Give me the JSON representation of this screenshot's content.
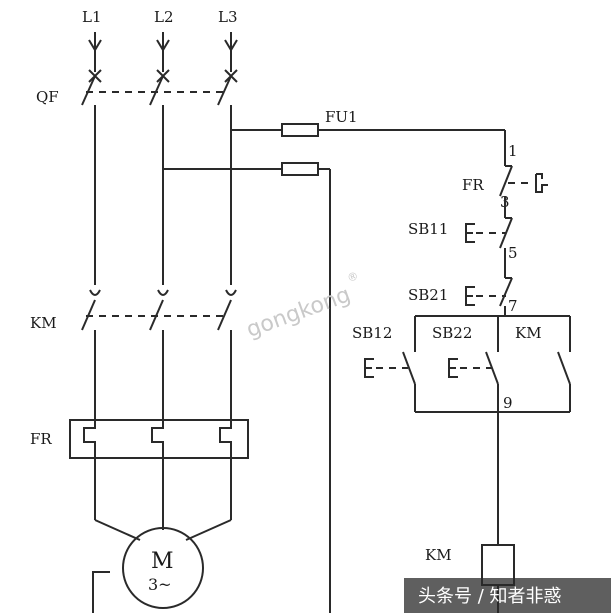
{
  "lines": {
    "l1": "L1",
    "l2": "L2",
    "l3": "L3"
  },
  "labels": {
    "qf": "QF",
    "km_main": "KM",
    "fr_main": "FR",
    "motor_m": "M",
    "motor_phase": "3~",
    "fu1": "FU1",
    "fr_ctrl": "FR",
    "sb11": "SB11",
    "sb21": "SB21",
    "sb12": "SB12",
    "sb22": "SB22",
    "km_aux": "KM",
    "km_coil": "KM"
  },
  "nodes": {
    "n1": "1",
    "n3": "3",
    "n5": "5",
    "n7": "7",
    "n9": "9"
  },
  "watermark": "gongkong",
  "watermark_mark": "®",
  "source": "头条号 / 知者非惑",
  "colors": {
    "line": "#2a2a2a",
    "watermark": "#c9c9c9",
    "source_bg": "#2a2a2a"
  }
}
